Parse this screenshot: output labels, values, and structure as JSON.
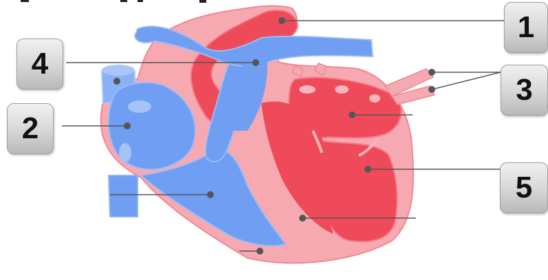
{
  "diagram": {
    "subject": "heart",
    "colors": {
      "deoxygenated": "#6f9ef2",
      "oxygenated": "#ef4a5a",
      "wall": "#f6a9b1",
      "pointer": "#555555"
    },
    "labels": [
      {
        "id": "1",
        "text": "1"
      },
      {
        "id": "2",
        "text": "2"
      },
      {
        "id": "3",
        "text": "3"
      },
      {
        "id": "4",
        "text": "4"
      },
      {
        "id": "5",
        "text": "5"
      }
    ]
  }
}
